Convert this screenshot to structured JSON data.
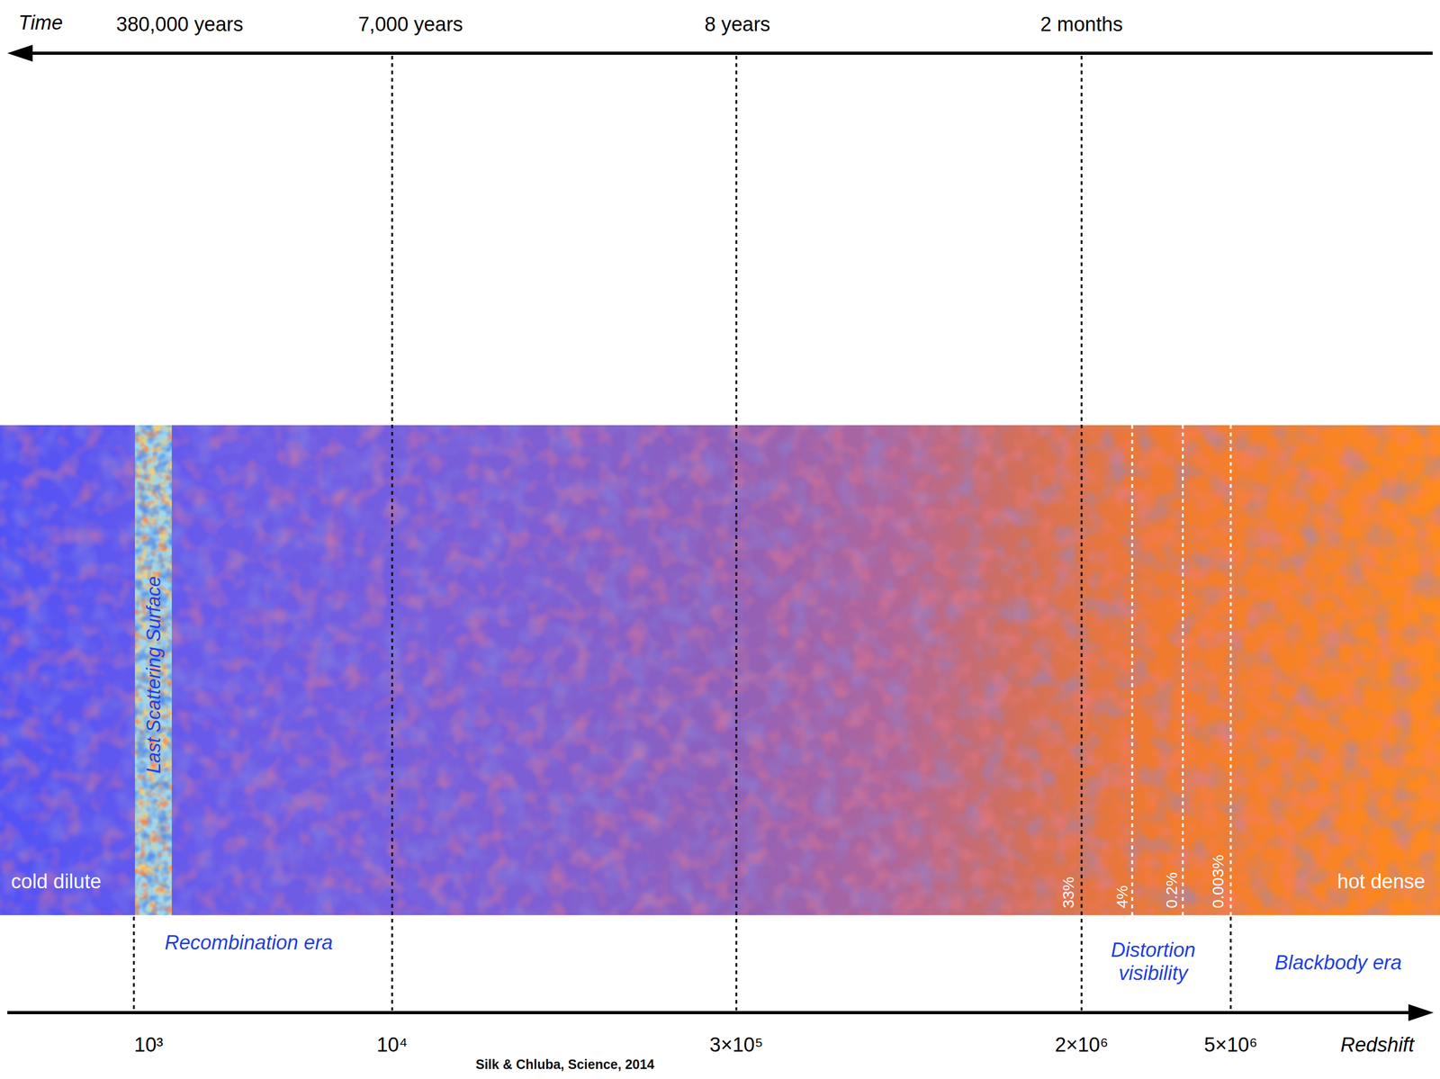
{
  "diagram": {
    "caption": "Silk & Chluba, Science, 2014",
    "nodes": [
      {
        "text": [
          "Last Scattering Surface"
        ]
      }
    ],
    "labels": [
      "Time",
      "380,000 years",
      "7,000 years",
      "8 years",
      "2 months",
      "cold dilute",
      "33%",
      "4%",
      "0.2%",
      "0.003%",
      "hot dense",
      "Recombination era",
      "Distortion visibility",
      "Blackbody era",
      "10³",
      "10⁴",
      "3×10⁵",
      "2×10⁶",
      "5×10⁶",
      "Redshift"
    ]
  }
}
